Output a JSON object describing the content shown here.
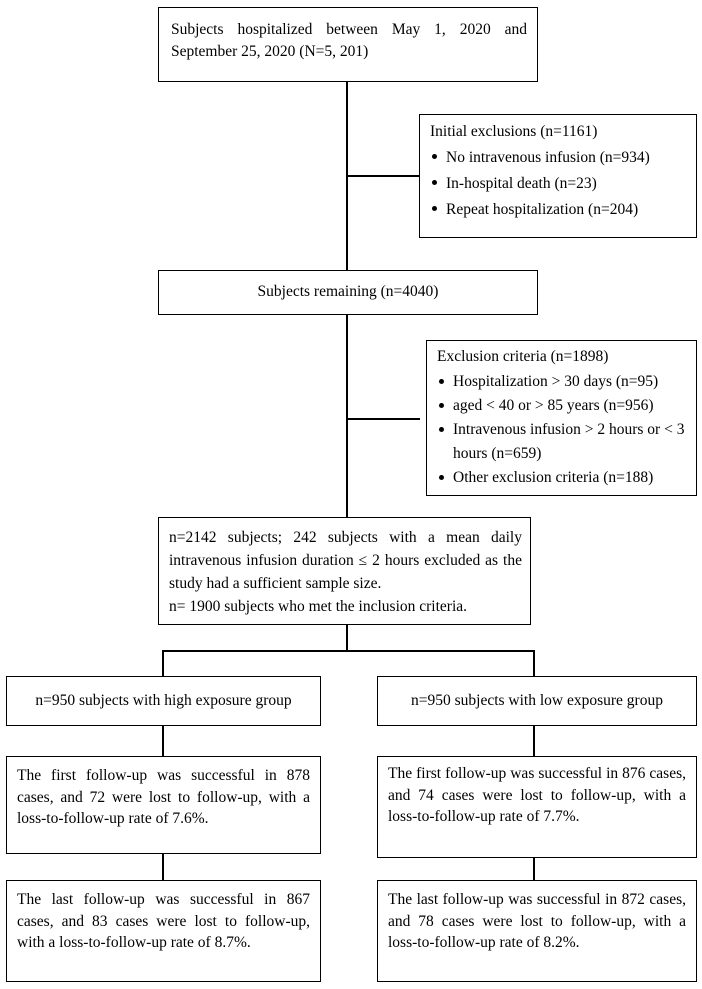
{
  "box_start": "Subjects hospitalized between May 1, 2020 and September 25, 2020 (N=5, 201)",
  "initial_exclusions": {
    "title": "Initial exclusions (n=1161)",
    "items": [
      "No intravenous infusion (n=934)",
      "In-hospital death (n=23)",
      "Repeat hospitalization (n=204)"
    ]
  },
  "box_remaining": "Subjects remaining (n=4040)",
  "exclusion_criteria": {
    "title": "Exclusion criteria (n=1898)",
    "items": [
      "Hospitalization > 30 days (n=95)",
      "aged < 40 or > 85 years (n=956)",
      "Intravenous infusion > 2 hours or < 3 hours (n=659)",
      "Other exclusion criteria (n=188)"
    ]
  },
  "box_inclusion": {
    "line1": "n=2142 subjects; 242 subjects with a mean daily intravenous infusion duration ≤ 2 hours excluded as the study had a sufficient sample size.",
    "line2": "n= 1900 subjects who met the inclusion criteria."
  },
  "high_group": {
    "label": "n=950 subjects with high exposure group",
    "first_followup": "The first follow-up was successful in 878 cases, and 72 were lost to follow-up, with a loss-to-follow-up rate of 7.6%.",
    "last_followup": "The last follow-up was successful in 867 cases, and 83 cases were lost to follow-up, with a loss-to-follow-up rate of 8.7%."
  },
  "low_group": {
    "label": "n=950 subjects with low exposure group",
    "first_followup": "The first follow-up was successful in 876 cases, and 74 cases were lost to follow-up, with a loss-to-follow-up rate of 7.7%.",
    "last_followup": "The last follow-up was successful in 872 cases, and 78 cases were lost to follow-up, with a loss-to-follow-up rate of 8.2%."
  }
}
